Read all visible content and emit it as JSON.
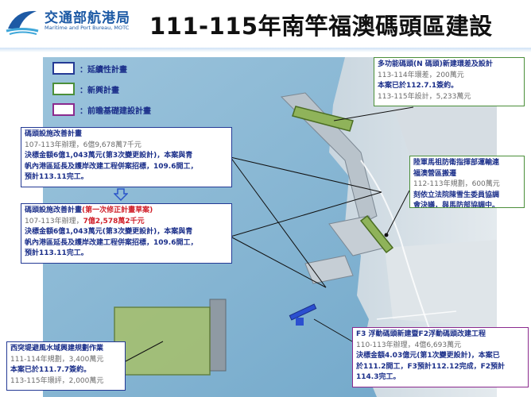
{
  "header": {
    "logo_zh": "交通部航港局",
    "logo_en": "Maritime and Port Bureau, MOTC",
    "title": "111-115年南竿福澳碼頭區建設"
  },
  "legend": [
    {
      "label": "：延續性計畫",
      "color": "#243a95"
    },
    {
      "label": "：新興計畫",
      "color": "#4b8f3a"
    },
    {
      "label": "：前瞻基礎建設計畫",
      "color": "#8b2a8e"
    }
  ],
  "boxes": {
    "a": {
      "title": "碼頭設施改善計畫",
      "line1": "107-113年辦理，6億9,678萬7千元",
      "line2": "決標金額6億1,043萬元(第3次變更設計)，本案與青",
      "line3": "帆內港區延長及護岸改建工程併案招標，109.6開工，",
      "line4": "預計113.11完工。"
    },
    "b": {
      "title_a": "碼頭設施改善計畫",
      "title_b": "(第一次修正計畫草案)",
      "line1_a": "107-113年辦理，",
      "line1_b": "7億2,578萬2千元",
      "line2": "決標金額6億1,043萬元(第3次變更設計)，本案與青",
      "line3": "帆內港區延長及護岸改建工程併案招標，109.6開工，",
      "line4": "預計113.11完工。"
    },
    "c": {
      "title": "多功能碼頭(N 碼頭)新建環差及設計",
      "line1": "113-114年環差，200萬元",
      "line2": "本案已於112.7.1簽約。",
      "line3": "113-115年設計，5,233萬元"
    },
    "d": {
      "title1": "陸軍馬祖防衛指揮部運輸連",
      "title2": "福澳營區搬遷",
      "line1": "112-113年規劃，600萬元",
      "line2": "刻依立法院陳雪生委員協調",
      "line3": "會決議，與馬防部協調中。"
    },
    "e": {
      "title": "F3 浮動碼頭新建暨F2浮動碼頭改建工程",
      "line1": "110-113年辦理，4億6,693萬元",
      "line2": "決標金額4.03億元(第1次變更設計)，本案已",
      "line3": "於111.2開工，F3預計112.12完成，F2預計",
      "line4": "114.3完工。"
    },
    "f": {
      "title": "西突堤避風水域興建規劃作業",
      "line1": "111-114年規劃，3,400萬元",
      "line2": "本案已於111.7.7簽約。",
      "line3": "113-115年環評，2,000萬元"
    }
  },
  "colors": {
    "blue_frame": "#243a95",
    "green_frame": "#4b8f3a",
    "purple_frame": "#8b2a8e",
    "text_blue": "#1b2f8a",
    "text_red": "#d0202a",
    "sea": "#7fb0cf"
  }
}
